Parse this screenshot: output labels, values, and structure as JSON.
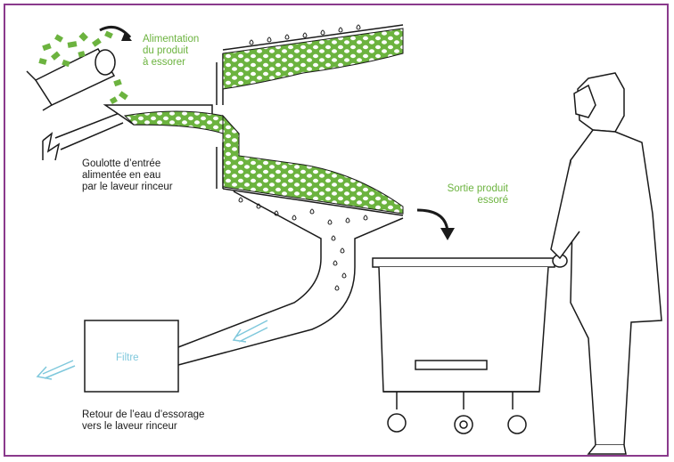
{
  "labels": {
    "feed": "Alimentation\ndu produit\nà essorer",
    "chute": "Goulotte d’entrée\nalimentée en eau\npar le laveur rinceur",
    "exit": "Sortie produit\nessoré",
    "filter": "Filtre",
    "return": "Retour de l’eau d’essorage\nvers le laveur rinceur"
  },
  "colors": {
    "frame": "#8a3a8c",
    "product": "#6cb33f",
    "water": "#7fc8dc",
    "line": "#1a1a1a"
  }
}
